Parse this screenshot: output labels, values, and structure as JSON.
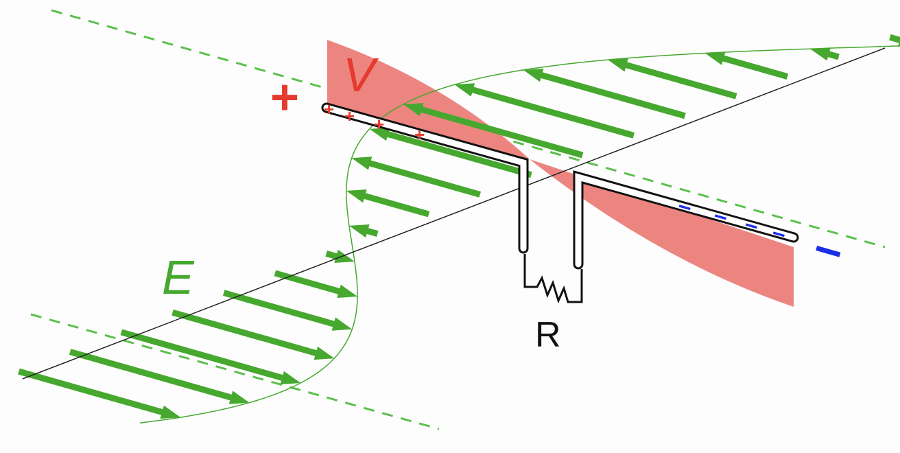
{
  "labels": {
    "voltage": "V",
    "field": "E",
    "resistor": "R",
    "positive_terminal": "+",
    "negative_terminal": "–",
    "positive_charges": [
      "+",
      "+",
      "+",
      "+"
    ],
    "negative_charges": [
      "–",
      "–",
      "–",
      "–"
    ]
  },
  "colors": {
    "field": "#46a82e",
    "field_dashed": "#5cbf4e",
    "voltage_fill": "#ec8580",
    "positive": "#e53a2e",
    "negative": "#1c2fe8",
    "conductor": "#111111"
  }
}
